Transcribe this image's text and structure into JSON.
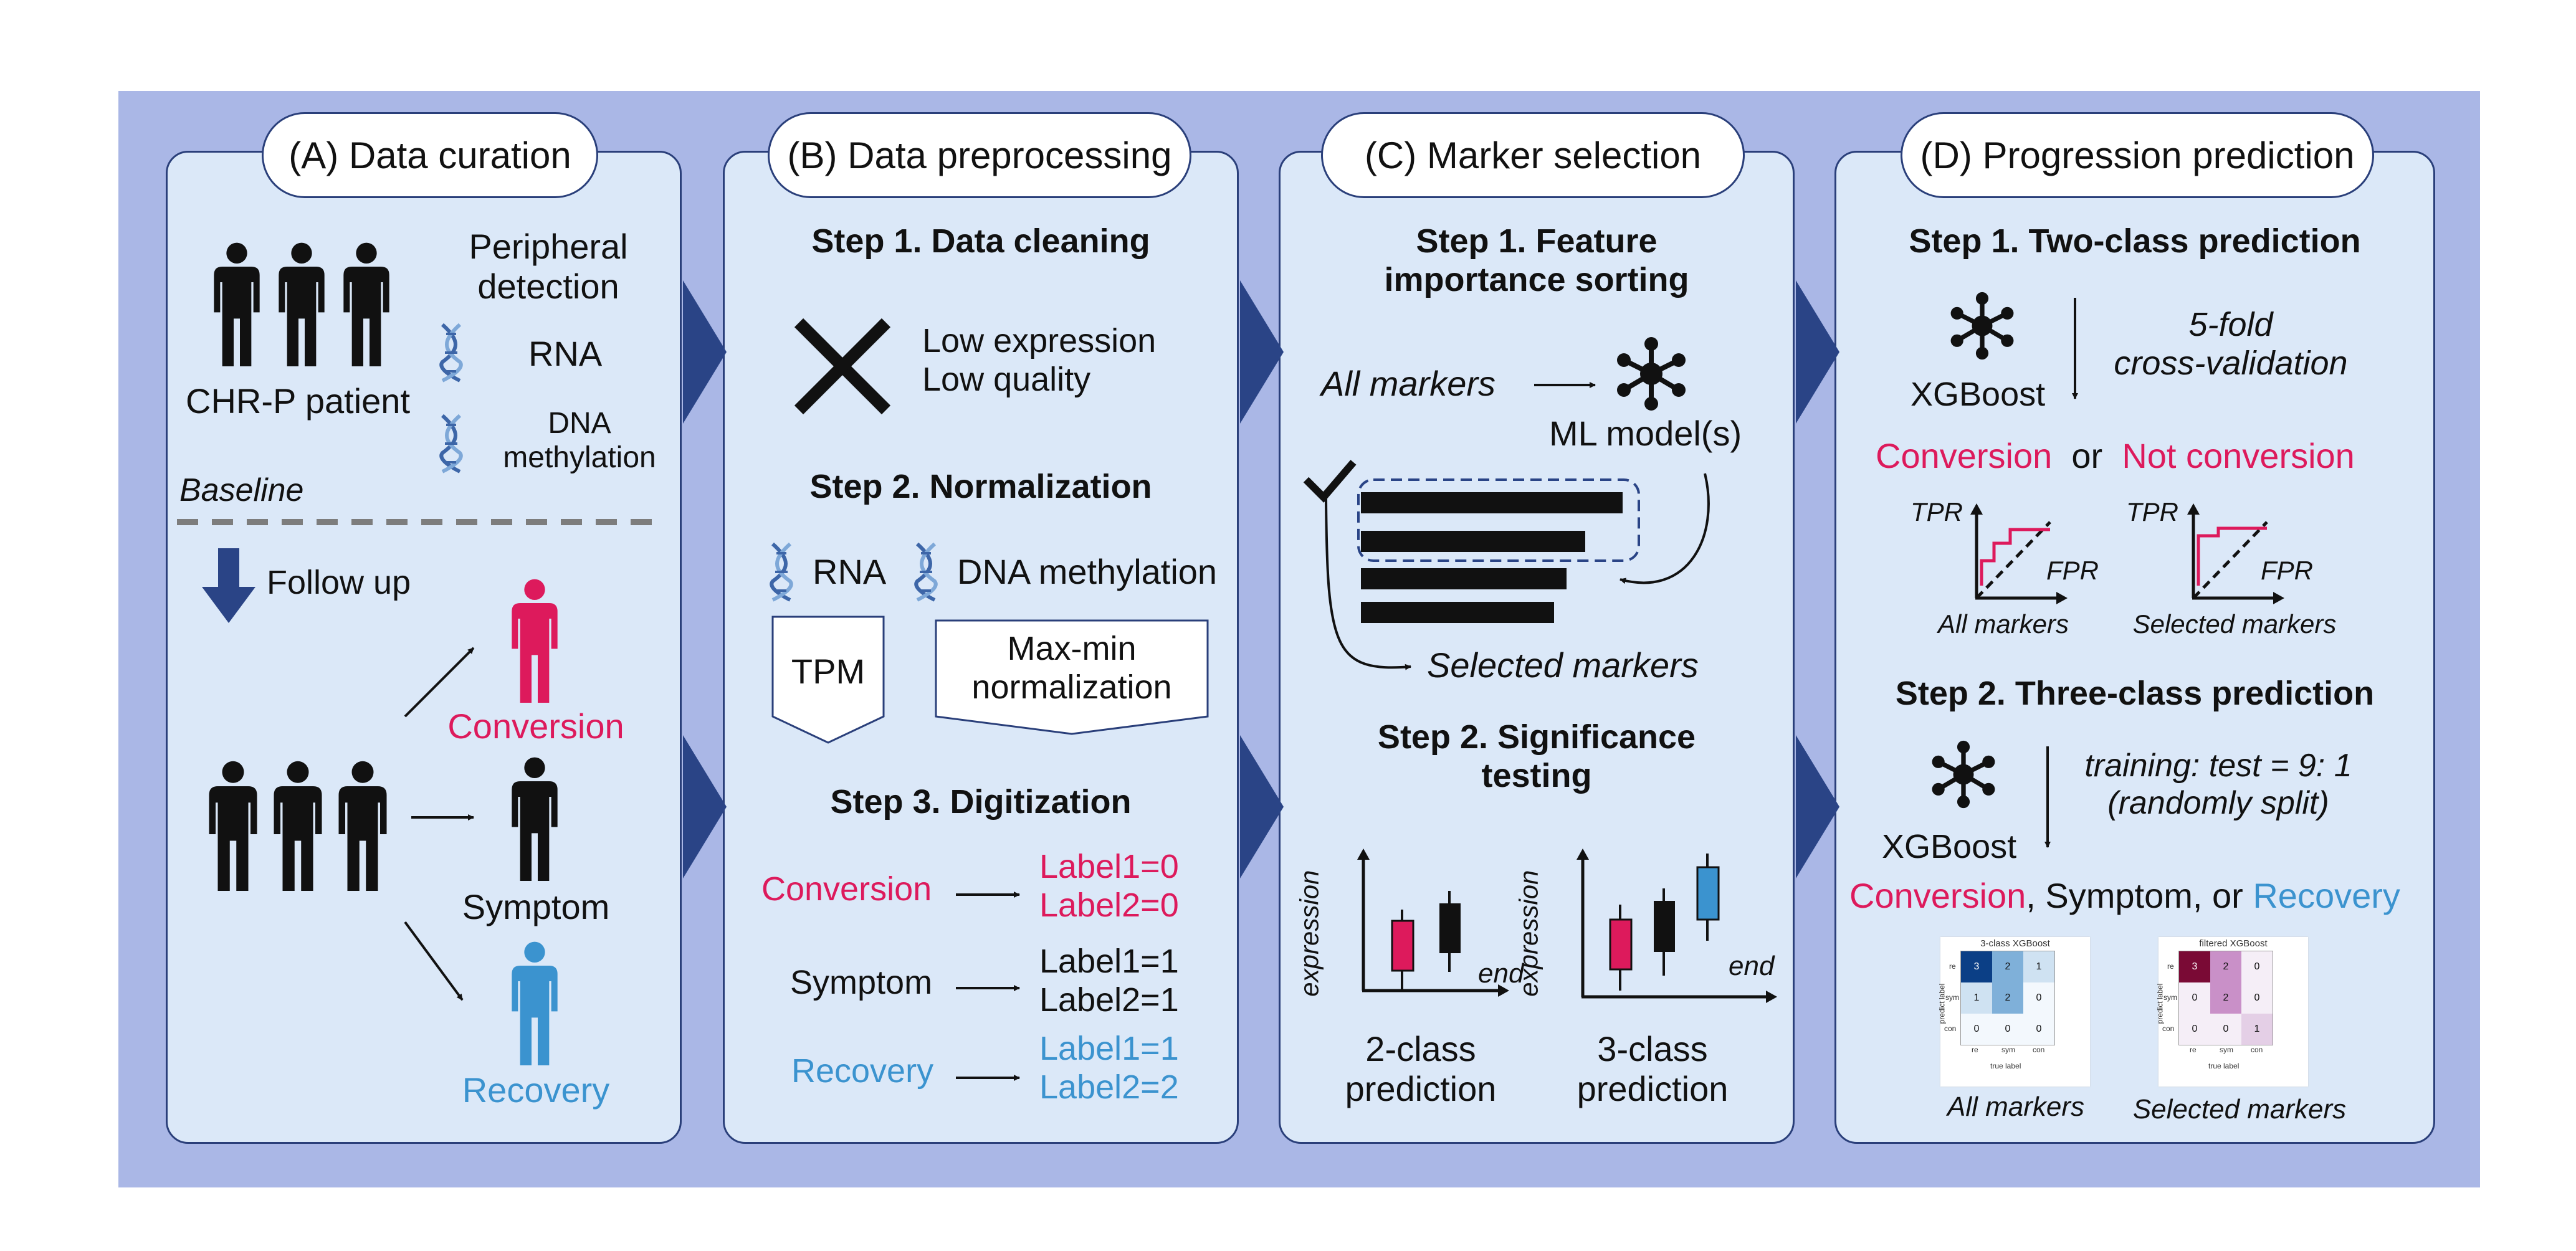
{
  "panels": {
    "a": {
      "title": "(A) Data curation",
      "peripheral": "Peripheral\ndetection",
      "rna": "RNA",
      "dna": "DNA\nmethylation",
      "patient": "CHR-P patient",
      "baseline": "Baseline",
      "follow_up": "Follow up",
      "conversion": "Conversion",
      "symptom": "Symptom",
      "recovery": "Recovery"
    },
    "b": {
      "title": "(B) Data preprocessing",
      "step1": "Step 1. Data cleaning",
      "low_expr": "Low expression\nLow quality",
      "step2": "Step 2. Normalization",
      "rna": "RNA",
      "dna": "DNA methylation",
      "tpm": "TPM",
      "maxmin": "Max-min\nnormalization",
      "step3": "Step 3. Digitization",
      "conversion": "Conversion",
      "conv_labels": "Label1=0\nLabel2=0",
      "symptom": "Symptom",
      "sym_labels": "Label1=1\nLabel2=1",
      "recovery": "Recovery",
      "rec_labels": "Label1=1\nLabel2=2"
    },
    "c": {
      "title": "(C) Marker selection",
      "step1": "Step 1. Feature\nimportance sorting",
      "all_markers": "All markers",
      "ml_model": "ML model(s)",
      "selected": "Selected markers",
      "step2": "Step 2. Significance\ntesting",
      "expression": "expression",
      "end": "end",
      "two_class": "2-class\nprediction",
      "three_class": "3-class\nprediction"
    },
    "d": {
      "title": "(D) Progression prediction",
      "step1": "Step 1. Two-class prediction",
      "xgboost": "XGBoost",
      "cv": "5-fold\ncross-validation",
      "conversion": "Conversion",
      "or": "or",
      "not_conversion": "Not conversion",
      "tpr": "TPR",
      "fpr": "FPR",
      "all_markers": "All markers",
      "selected_markers": "Selected markers",
      "step2": "Step 2. Three-class prediction",
      "split": "training: test = 9: 1\n(randomly split)",
      "conv2": "Conversion",
      "sym2": ", Symptom, or ",
      "rec2": "Recovery",
      "cm1_title": "3-class XGBoost",
      "cm2_title": "filtered XGBoost",
      "cm_xlabel": "true label",
      "cm_ylabel": "predict label",
      "cm_labels": [
        "re",
        "sym",
        "con"
      ],
      "cm1_values": [
        [
          "3",
          "2",
          "1"
        ],
        [
          "1",
          "2",
          "0"
        ],
        [
          "0",
          "0",
          "0"
        ]
      ],
      "cm2_values": [
        [
          "3",
          "2",
          "0"
        ],
        [
          "0",
          "2",
          "0"
        ],
        [
          "0",
          "0",
          "1"
        ]
      ]
    }
  },
  "colors": {
    "pink": "#dd1a5c",
    "blue": "#3b93cf",
    "navy": "#2a3f7a",
    "frame": "#aab7e6",
    "panel": "#dbe8f8"
  }
}
